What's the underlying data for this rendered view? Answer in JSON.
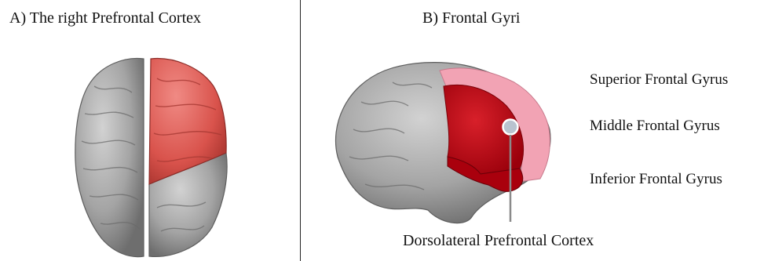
{
  "panel_a": {
    "title": "A) The right Prefrontal Cortex"
  },
  "panel_b": {
    "title": "B) Frontal Gyri",
    "gyri_labels": [
      "Superior Frontal Gyrus",
      "Middle Frontal Gyrus",
      "Inferior Frontal Gyrus"
    ],
    "callout_label": "Dorsolateral Prefrontal Cortex"
  },
  "colors": {
    "brain_gray": "#9c9c9c",
    "prefrontal_highlight": "#e0605a",
    "superior_frontal": "#f2a3b4",
    "middle_frontal": "#c40010",
    "inferior_frontal": "#a9000d",
    "marker_fill": "#b9c3cf",
    "pointer": "#8a8a8a"
  }
}
